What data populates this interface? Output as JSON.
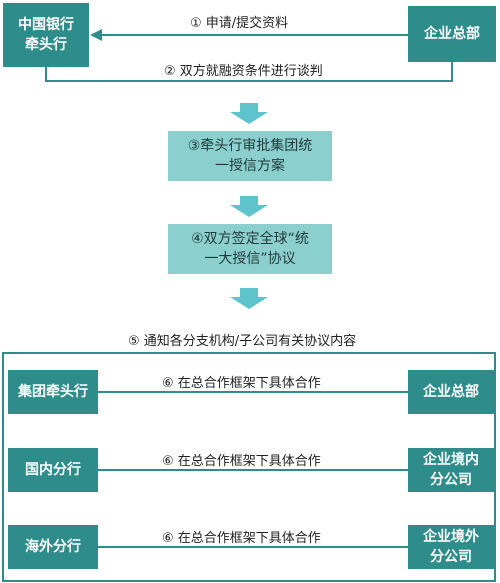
{
  "top": {
    "left_box": "中国银行\n牵头行",
    "right_box": "企业总部",
    "step1": "①  申请/提交资料",
    "step2": "②  双方就融资条件进行谈判"
  },
  "middle": {
    "step3": "③牵头行审批集团统\n一授信方案",
    "step4": "④双方签定全球“统\n一大授信”协议",
    "step5": "⑤  通知各分支机构/子公司有关协议内容"
  },
  "rows": [
    {
      "left": "集团牵头行",
      "right": "企业总部",
      "label": "⑥  在总合作框架下具体合作"
    },
    {
      "left": "国内分行",
      "right": "企业境内\n分公司",
      "label": "⑥  在总合作框架下具体合作"
    },
    {
      "left": "海外分行",
      "right": "企业境外\n分公司",
      "label": "⑥  在总合作框架下具体合作"
    }
  ],
  "colors": {
    "dark_teal": "#2e8d8a",
    "light_teal": "#8ccfcf",
    "arrow": "#5fc3cc"
  }
}
